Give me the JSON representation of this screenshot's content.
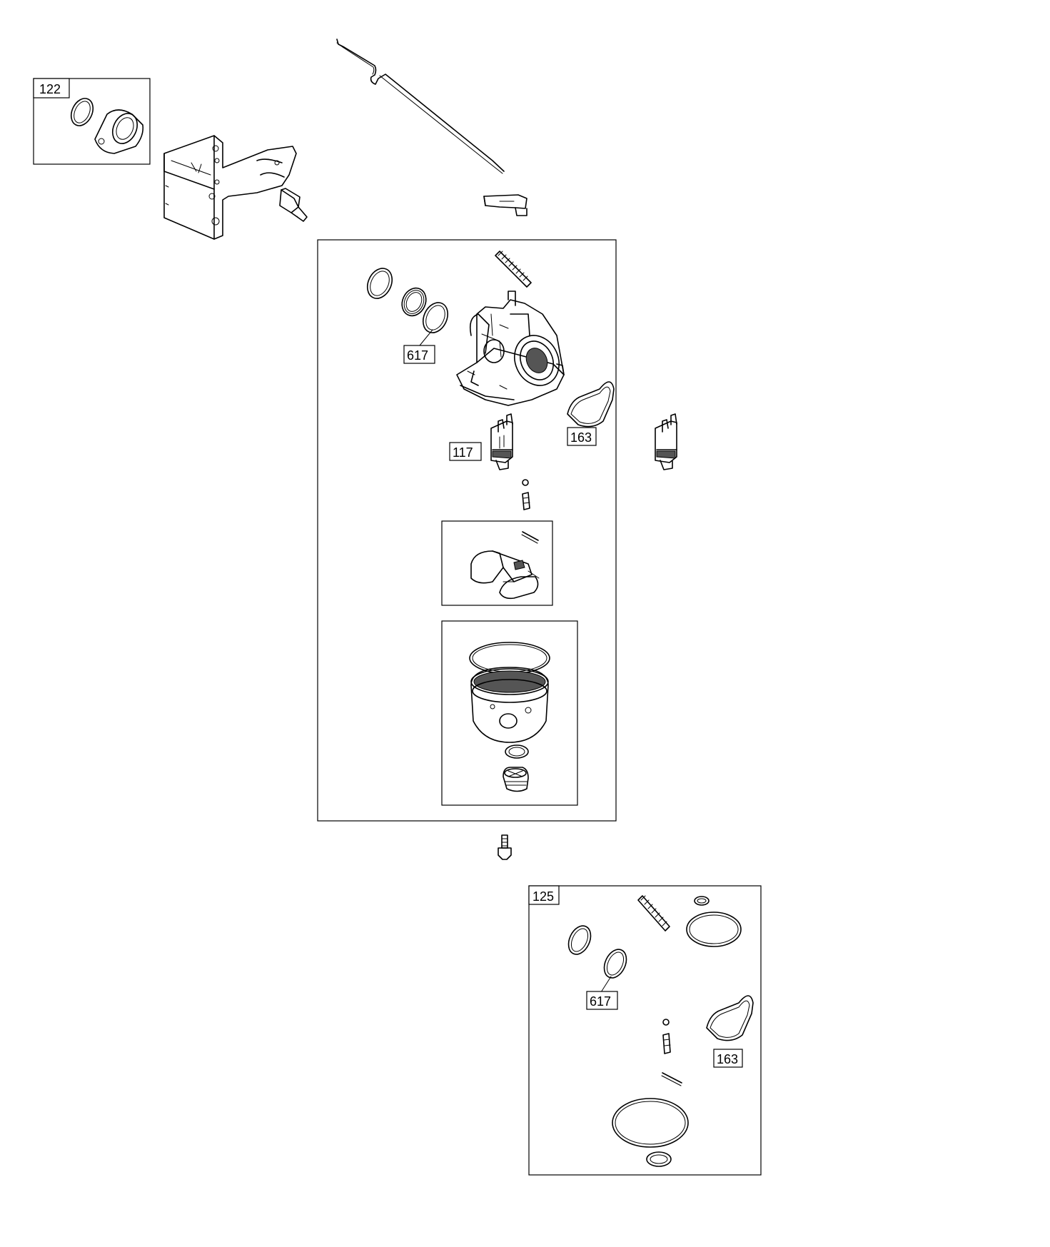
{
  "callouts": {
    "c122": "122",
    "c617_main": "617",
    "c163_main": "163",
    "c117": "117",
    "c125": "125",
    "c617_kit": "617",
    "c163_kit": "163"
  }
}
